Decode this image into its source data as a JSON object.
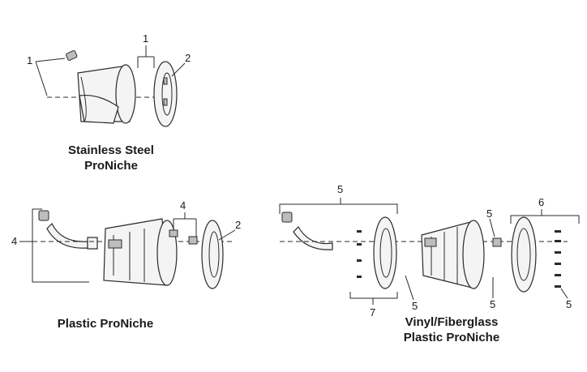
{
  "captions": {
    "stainless_line1": "Stainless Steel",
    "stainless_line2": "ProNiche",
    "plastic": "Plastic ProNiche",
    "vinyl_line1": "Vinyl/Fiberglass",
    "vinyl_line2": "Plastic ProNiche"
  },
  "callouts": {
    "ss_1a": "1",
    "ss_1b": "1",
    "ss_2": "2",
    "pl_4a": "4",
    "pl_4b": "4",
    "pl_2": "2",
    "vf_5a": "5",
    "vf_5b": "5",
    "vf_5c": "5",
    "vf_5d": "5",
    "vf_5e": "5",
    "vf_6": "6",
    "vf_7": "7"
  }
}
